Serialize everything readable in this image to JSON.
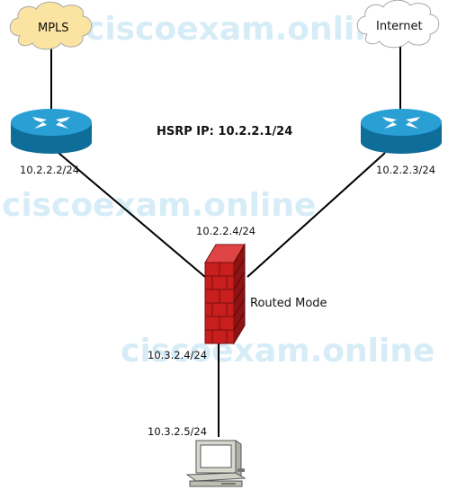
{
  "watermark": {
    "text": "ciscoexam.online"
  },
  "clouds": {
    "left_label": "MPLS",
    "right_label": "Internet"
  },
  "hsrp": {
    "label": "HSRP IP: 10.2.2.1/24"
  },
  "router_left": {
    "ip": "10.2.2.2/24"
  },
  "router_right": {
    "ip": "10.2.2.3/24"
  },
  "firewall": {
    "outside_ip": "10.2.2.4/24",
    "mode_label": "Routed Mode",
    "inside_ip": "10.3.2.4/24"
  },
  "host": {
    "ip": "10.3.2.5/24"
  },
  "colors": {
    "cloud_left_fill": "#fbe3a2",
    "cloud_right_fill": "#ffffff",
    "router_fill": "#1d8fc2",
    "firewall_fill": "#c81e1e"
  }
}
